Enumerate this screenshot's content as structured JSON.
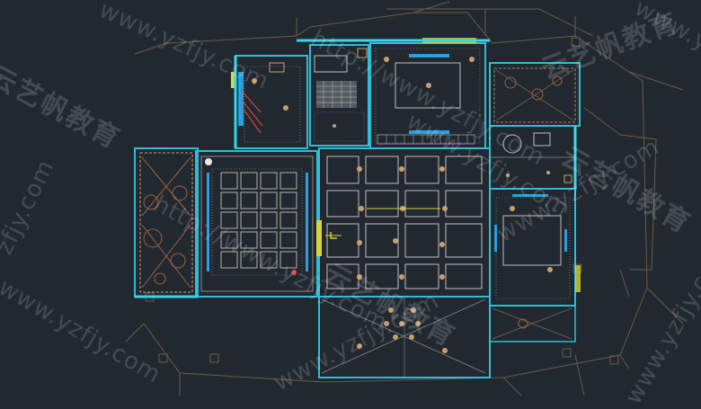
{
  "drawing": {
    "colors": {
      "background": "#212830",
      "wall": "#2fbdd6",
      "wall_bright": "#38d6ea",
      "roof_line": "#6b5b48",
      "grid_line": "#8a8a8a",
      "hatch": "#9aa0a6",
      "furniture": "#c9a06a",
      "fixture_blue": "#2a9ee0",
      "accent_yellow": "#d8d43a",
      "stair_brown": "#a0603a"
    },
    "plan_type": "ceiling-plan"
  },
  "watermarks": {
    "url_text": "www.yzfjy.com",
    "url_text_short": "http://www.yzfjy.com",
    "url_fragment": "zfjy.com",
    "brand_text": "云艺帆教育"
  }
}
